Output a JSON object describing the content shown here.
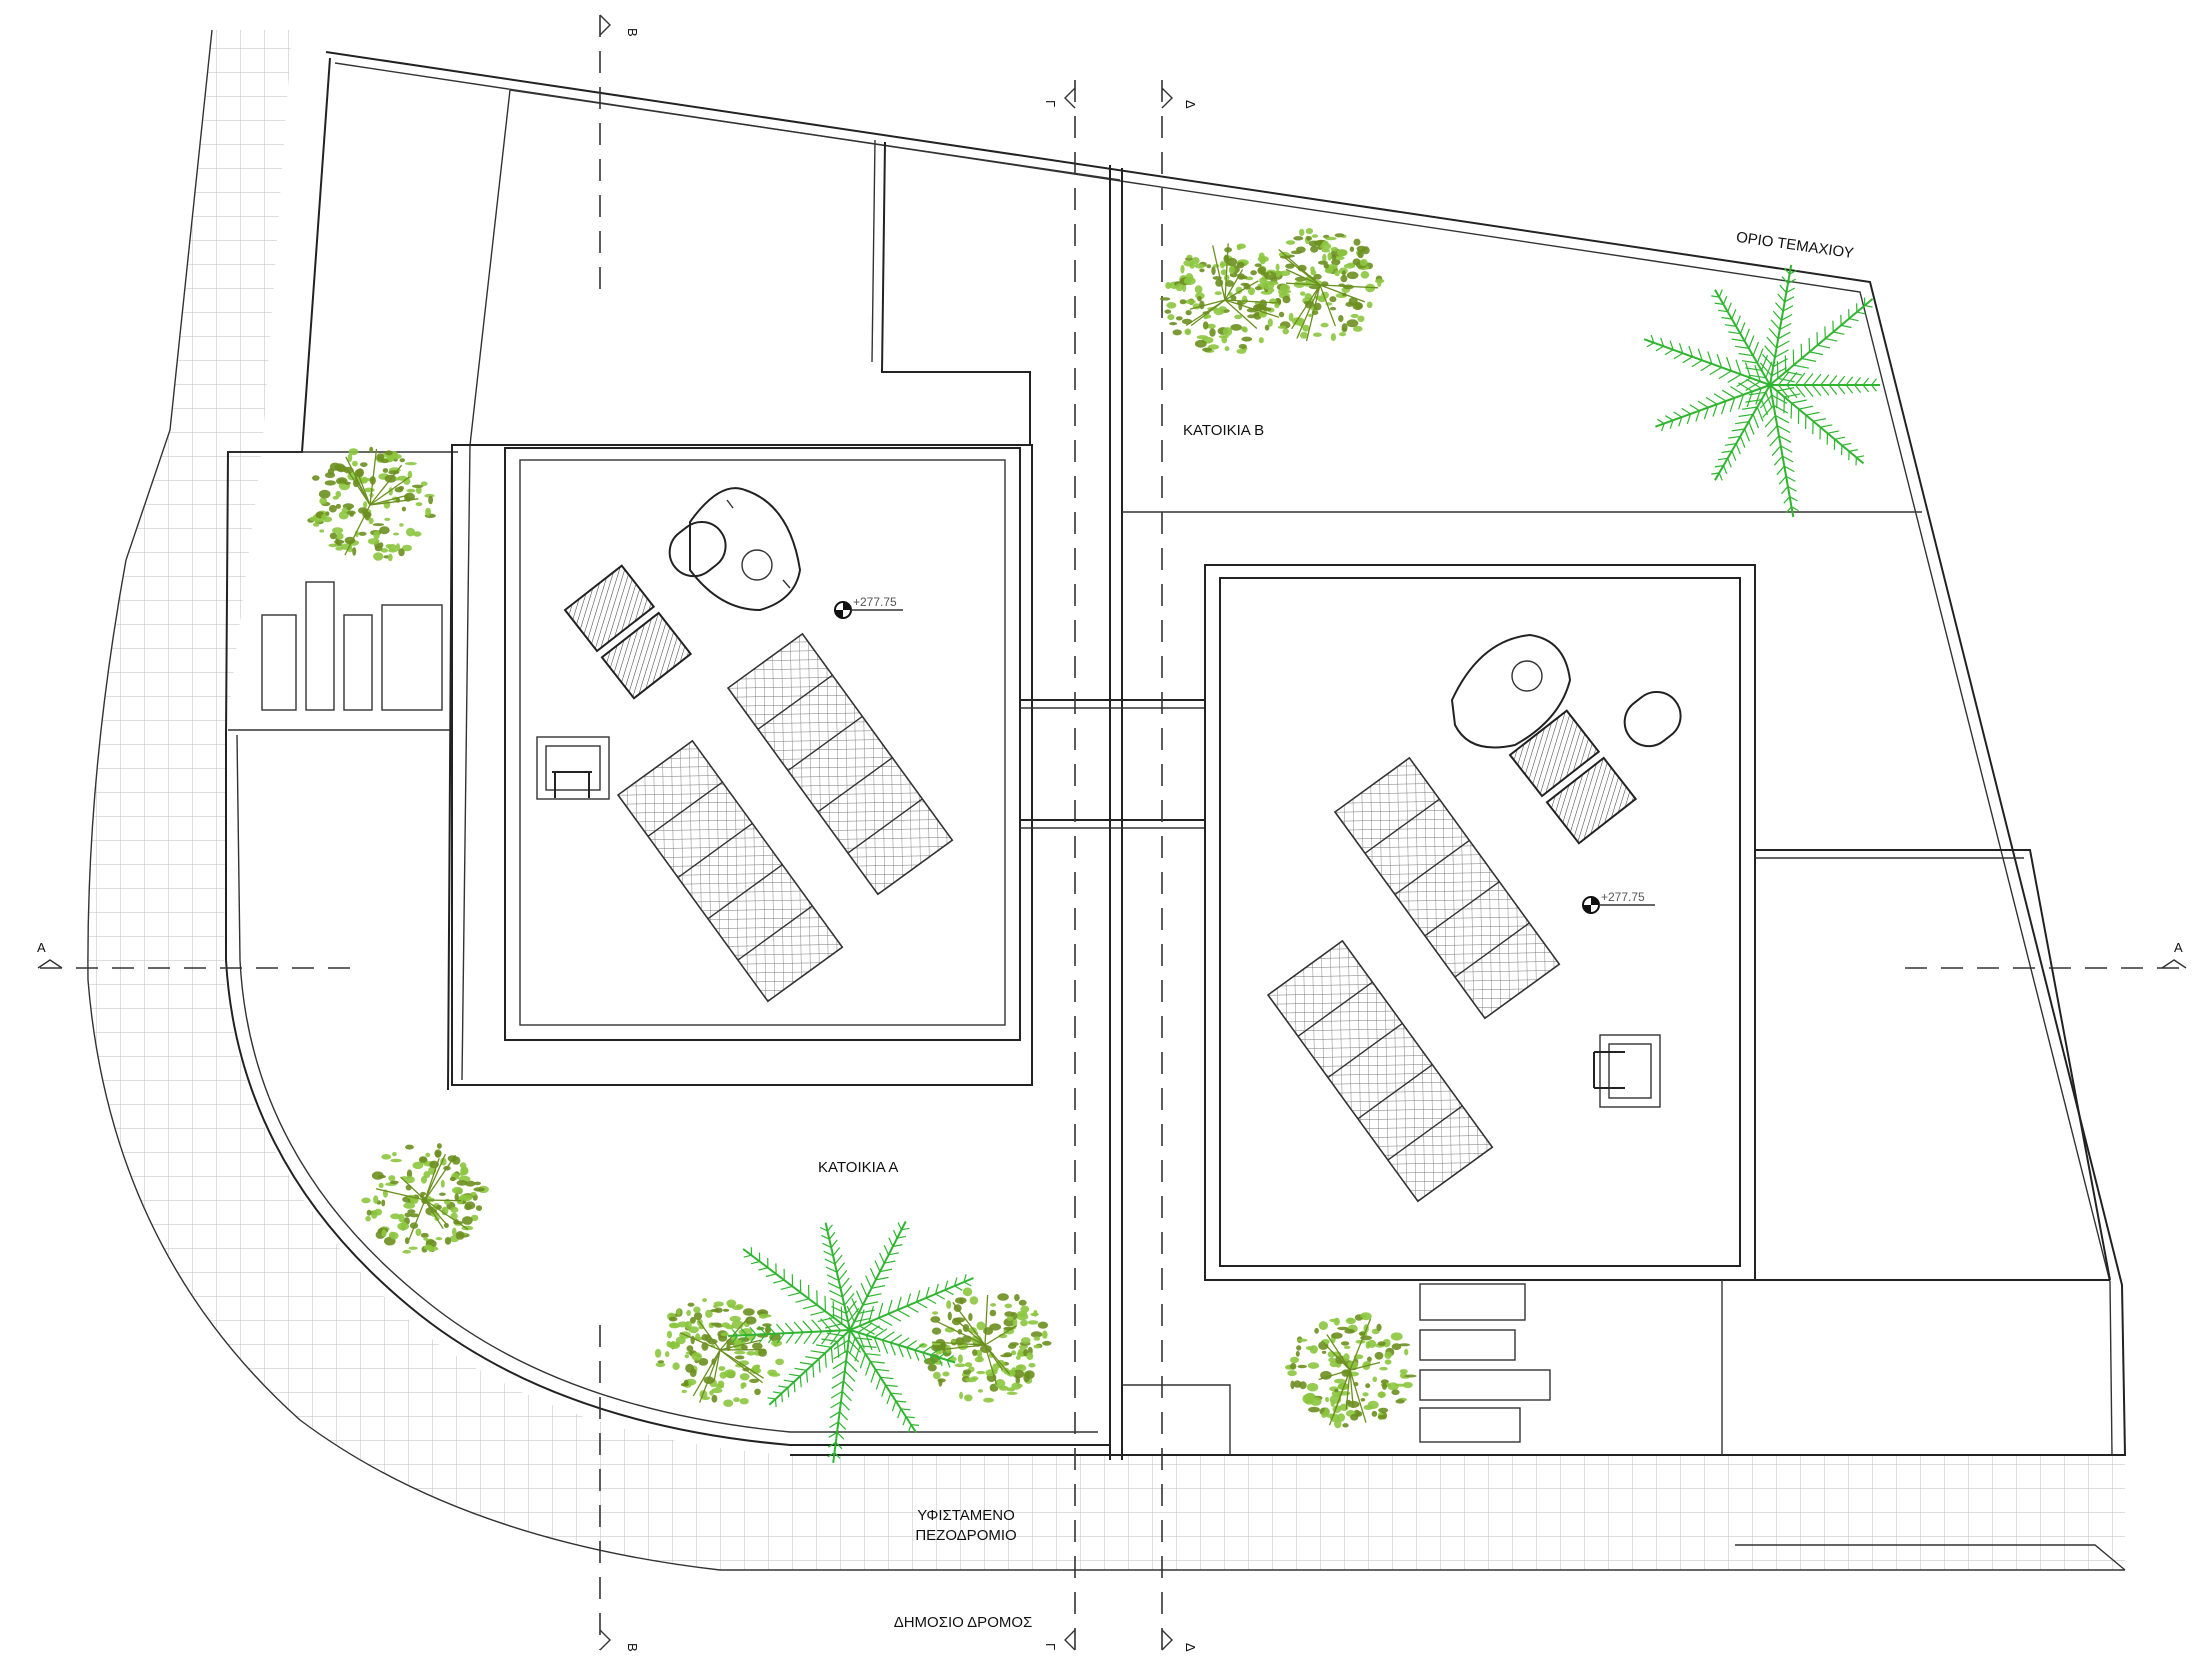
{
  "labels": {
    "plot_boundary": "ΟΡΙΟ ΤΕΜΑΧΙΟΥ",
    "house_a": "ΚΑΤΟΙΚΙΑ Α",
    "house_b": "ΚΑΤΟΙΚΙΑ Β",
    "sidewalk_line1": "ΥΦΙΣΤΑΜΕΝΟ",
    "sidewalk_line2": "ΠΕΖΟΔΡΟΜΙΟ",
    "public_road": "ΔΗΜΟΣΙΟ ΔΡΟΜΟΣ"
  },
  "levels": {
    "roof_a": "+277.75",
    "roof_b": "+277.75"
  },
  "section_marks": {
    "a": "Α",
    "b": "Β",
    "g": "Γ",
    "d": "Δ"
  },
  "colors": {
    "line": "#222222",
    "pavement_grid": "#bfbfbf",
    "tree_light": "#8cc63f",
    "tree_dark": "#6b8f1f",
    "palm": "#2fb52f"
  }
}
